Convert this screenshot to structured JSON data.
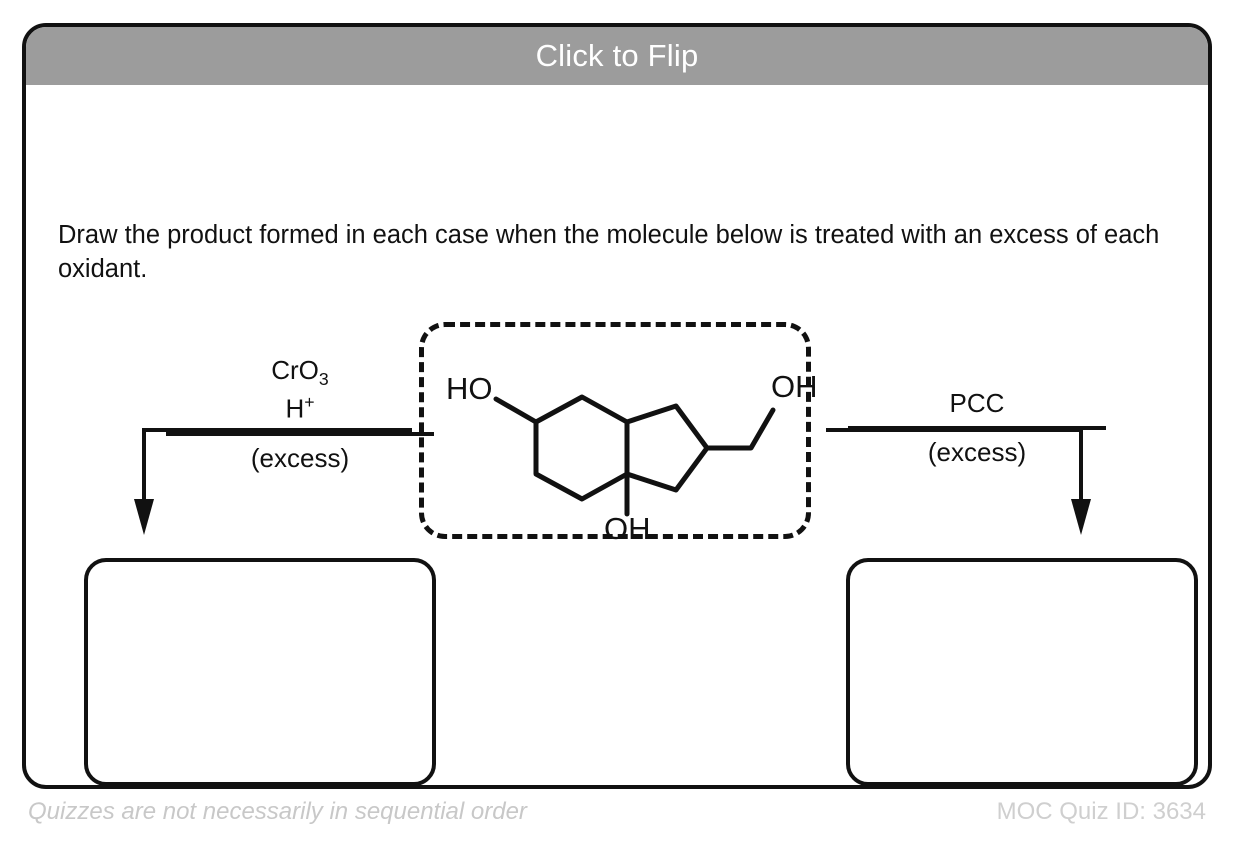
{
  "card": {
    "header": {
      "title": "Click to Flip"
    },
    "prompt": "Draw the product formed in each case when the molecule below is treated with an excess of each oxidant.",
    "reagents": {
      "left": {
        "name": "CrO",
        "name_sub": "3",
        "acid": "H",
        "acid_sup": "+",
        "condition": "(excess)"
      },
      "right": {
        "name": "PCC",
        "condition": "(excess)"
      }
    },
    "molecule": {
      "label_left": "HO",
      "label_bottom": "OH",
      "label_right": "OH"
    },
    "answers": {
      "left_placeholder": "",
      "right_placeholder": ""
    }
  },
  "footer": {
    "note": "Quizzes are not necessarily in sequential order",
    "quiz_id": "MOC Quiz ID: 3634"
  },
  "colors": {
    "header_background": "#9c9c9c",
    "header_text": "#ffffff",
    "ink": "#111111",
    "footer_text": "#c8c8c8",
    "page_background": "#ffffff"
  }
}
